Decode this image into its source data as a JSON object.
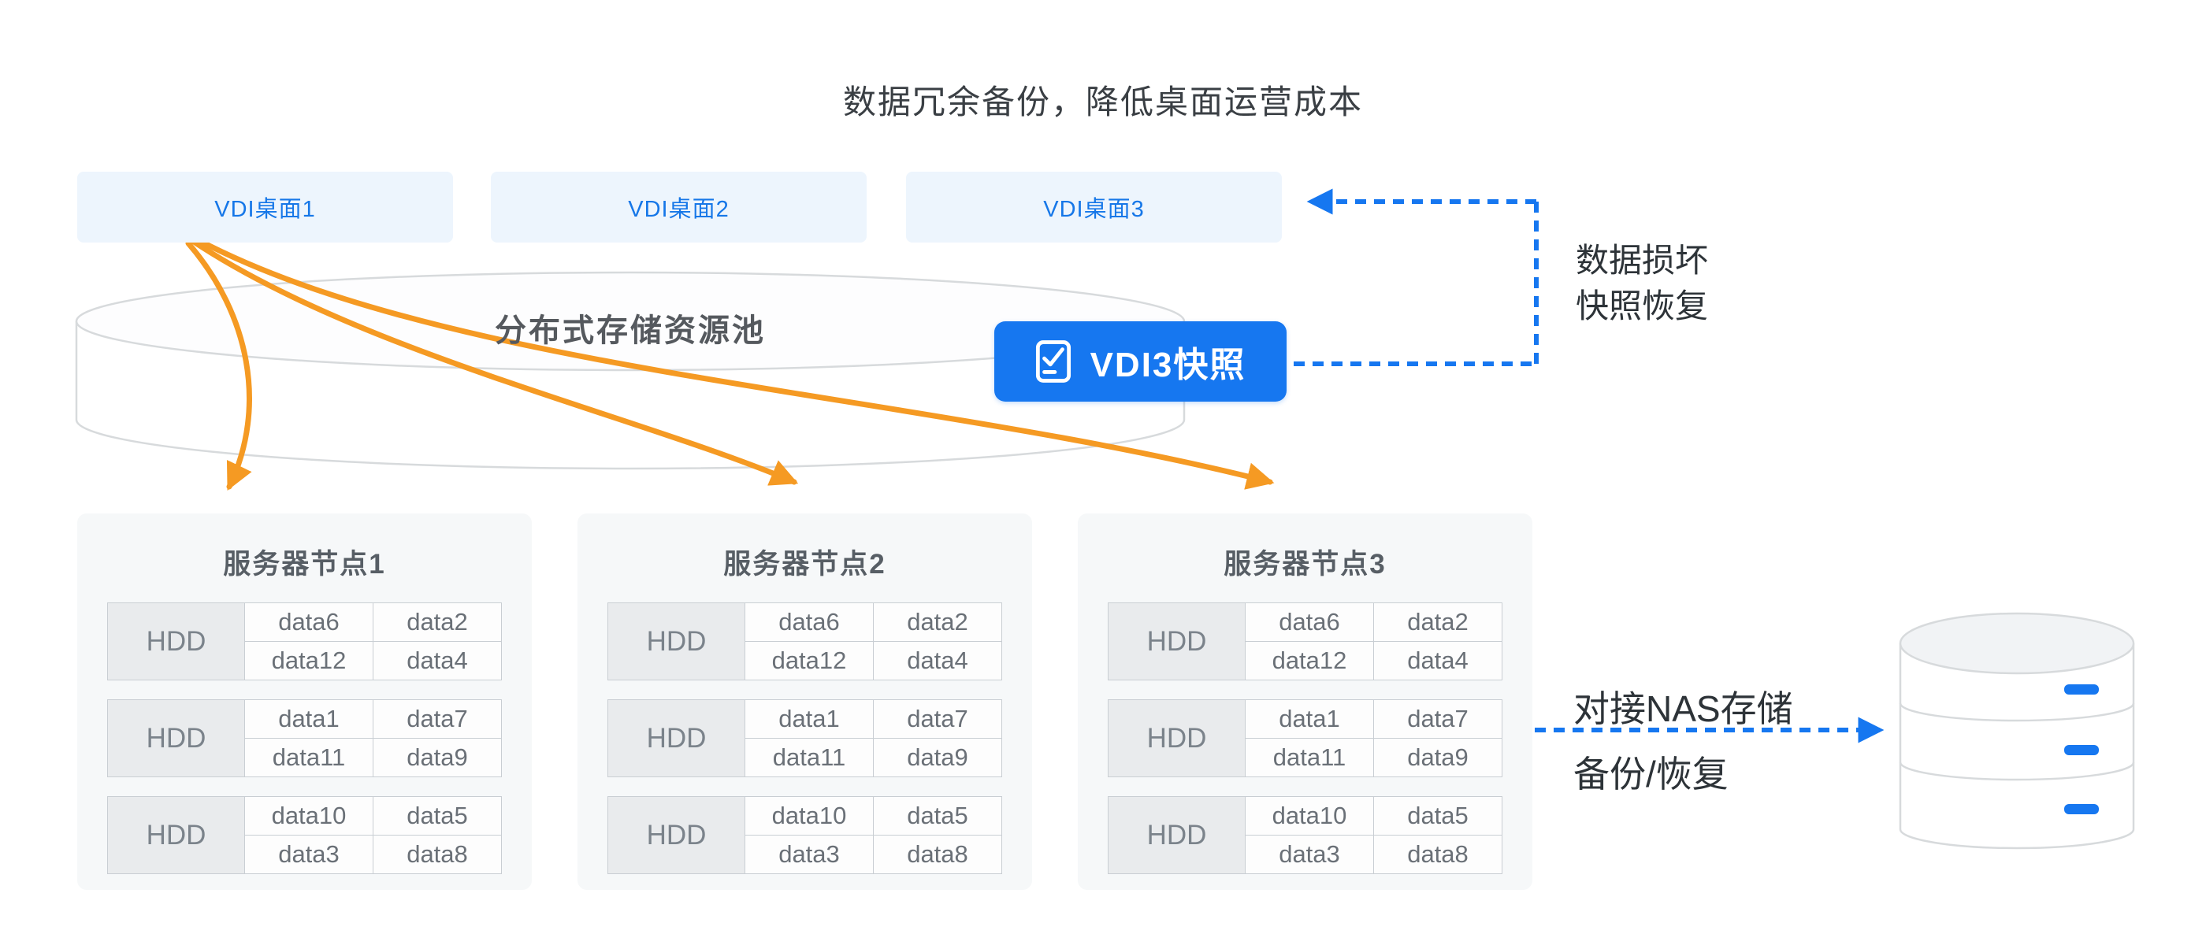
{
  "colors": {
    "blue": "#1677F0",
    "orange": "#F59A23"
  },
  "title": "数据冗余备份，降低桌面运营成本",
  "vdi_desktops": [
    {
      "label": "VDI桌面1"
    },
    {
      "label": "VDI桌面2"
    },
    {
      "label": "VDI桌面3"
    }
  ],
  "storage_pool": {
    "label": "分布式存储资源池"
  },
  "snapshot_button": {
    "label": "VDI3快照",
    "icon": "checklist-icon"
  },
  "damage_note": {
    "line1": "数据损坏",
    "line2": "快照恢复"
  },
  "nas_note": {
    "line1": "对接NAS存储",
    "line2": "备份/恢复"
  },
  "server_nodes": [
    {
      "title": "服务器节点1",
      "disks": [
        {
          "label": "HDD",
          "cells": [
            "data6",
            "data2",
            "data12",
            "data4"
          ]
        },
        {
          "label": "HDD",
          "cells": [
            "data1",
            "data7",
            "data11",
            "data9"
          ]
        },
        {
          "label": "HDD",
          "cells": [
            "data10",
            "data5",
            "data3",
            "data8"
          ]
        }
      ]
    },
    {
      "title": "服务器节点2",
      "disks": [
        {
          "label": "HDD",
          "cells": [
            "data6",
            "data2",
            "data12",
            "data4"
          ]
        },
        {
          "label": "HDD",
          "cells": [
            "data1",
            "data7",
            "data11",
            "data9"
          ]
        },
        {
          "label": "HDD",
          "cells": [
            "data10",
            "data5",
            "data3",
            "data8"
          ]
        }
      ]
    },
    {
      "title": "服务器节点3",
      "disks": [
        {
          "label": "HDD",
          "cells": [
            "data6",
            "data2",
            "data12",
            "data4"
          ]
        },
        {
          "label": "HDD",
          "cells": [
            "data1",
            "data7",
            "data11",
            "data9"
          ]
        },
        {
          "label": "HDD",
          "cells": [
            "data10",
            "data5",
            "data3",
            "data8"
          ]
        }
      ]
    }
  ],
  "nas_storage": {
    "icon": "database-cylinder-icon",
    "segment_count": 3
  }
}
